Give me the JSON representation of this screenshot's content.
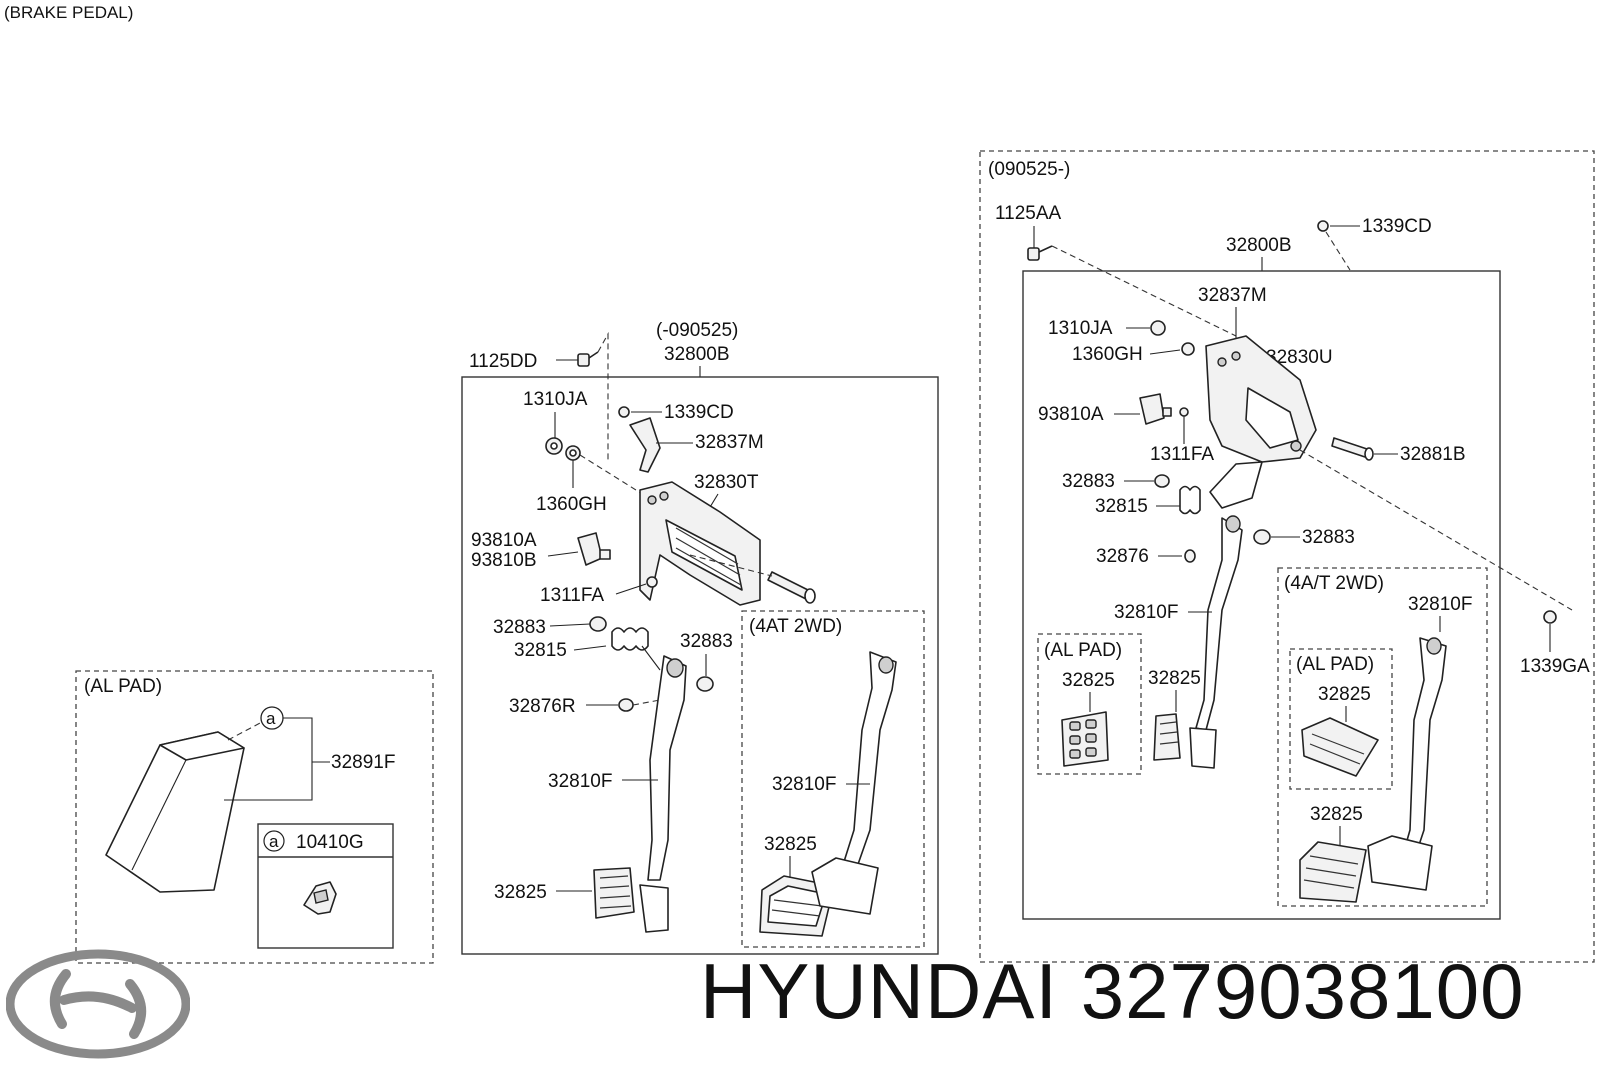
{
  "header": {
    "title": "(BRAKE PEDAL)"
  },
  "footer": {
    "brand": "HYUNDAI",
    "part_number": "3279038100"
  },
  "logo": {
    "icon": "hyundai-logo-icon",
    "color": "#8a8a8a"
  },
  "al_pad_group": {
    "title": "(AL PAD)",
    "callout_a": "a",
    "part_pad": "32891F",
    "part_clip": "10410G"
  },
  "early_group": {
    "date_range": "(-090525)",
    "assembly": "32800B",
    "bolt": "1125DD",
    "nut": "1310JA",
    "nut_cd": "1339CD",
    "bracket": "32837M",
    "washer": "1360GH",
    "member": "32830T",
    "switch_a": "93810A",
    "switch_b": "93810B",
    "stopper": "1311FA",
    "bushing_upper": "32883",
    "spring": "32815",
    "bushing_right": "32883",
    "pin": "32876R",
    "arm": "32810F",
    "pad": "32825",
    "sub_title": "(4AT 2WD)",
    "sub_arm": "32810F",
    "sub_pad": "32825"
  },
  "late_group": {
    "date_range": "(090525-)",
    "bolt": "1125AA",
    "nut_cd": "1339CD",
    "assembly": "32800B",
    "bracket": "32837M",
    "nut": "1310JA",
    "washer": "1360GH",
    "member": "32830U",
    "switch": "93810A",
    "stopper": "1311FA",
    "shaft": "32881B",
    "bushing_left": "32883",
    "spring": "32815",
    "bushing_right": "32883",
    "pin": "32876",
    "arm": "32810F",
    "nut_ga": "1339GA",
    "al_title": "(AL PAD)",
    "al_pad": "32825",
    "pad": "32825",
    "sub_title": "(4A/T 2WD)",
    "sub_arm": "32810F",
    "sub_al_title": "(AL PAD)",
    "sub_al_pad": "32825",
    "sub_pad": "32825"
  }
}
